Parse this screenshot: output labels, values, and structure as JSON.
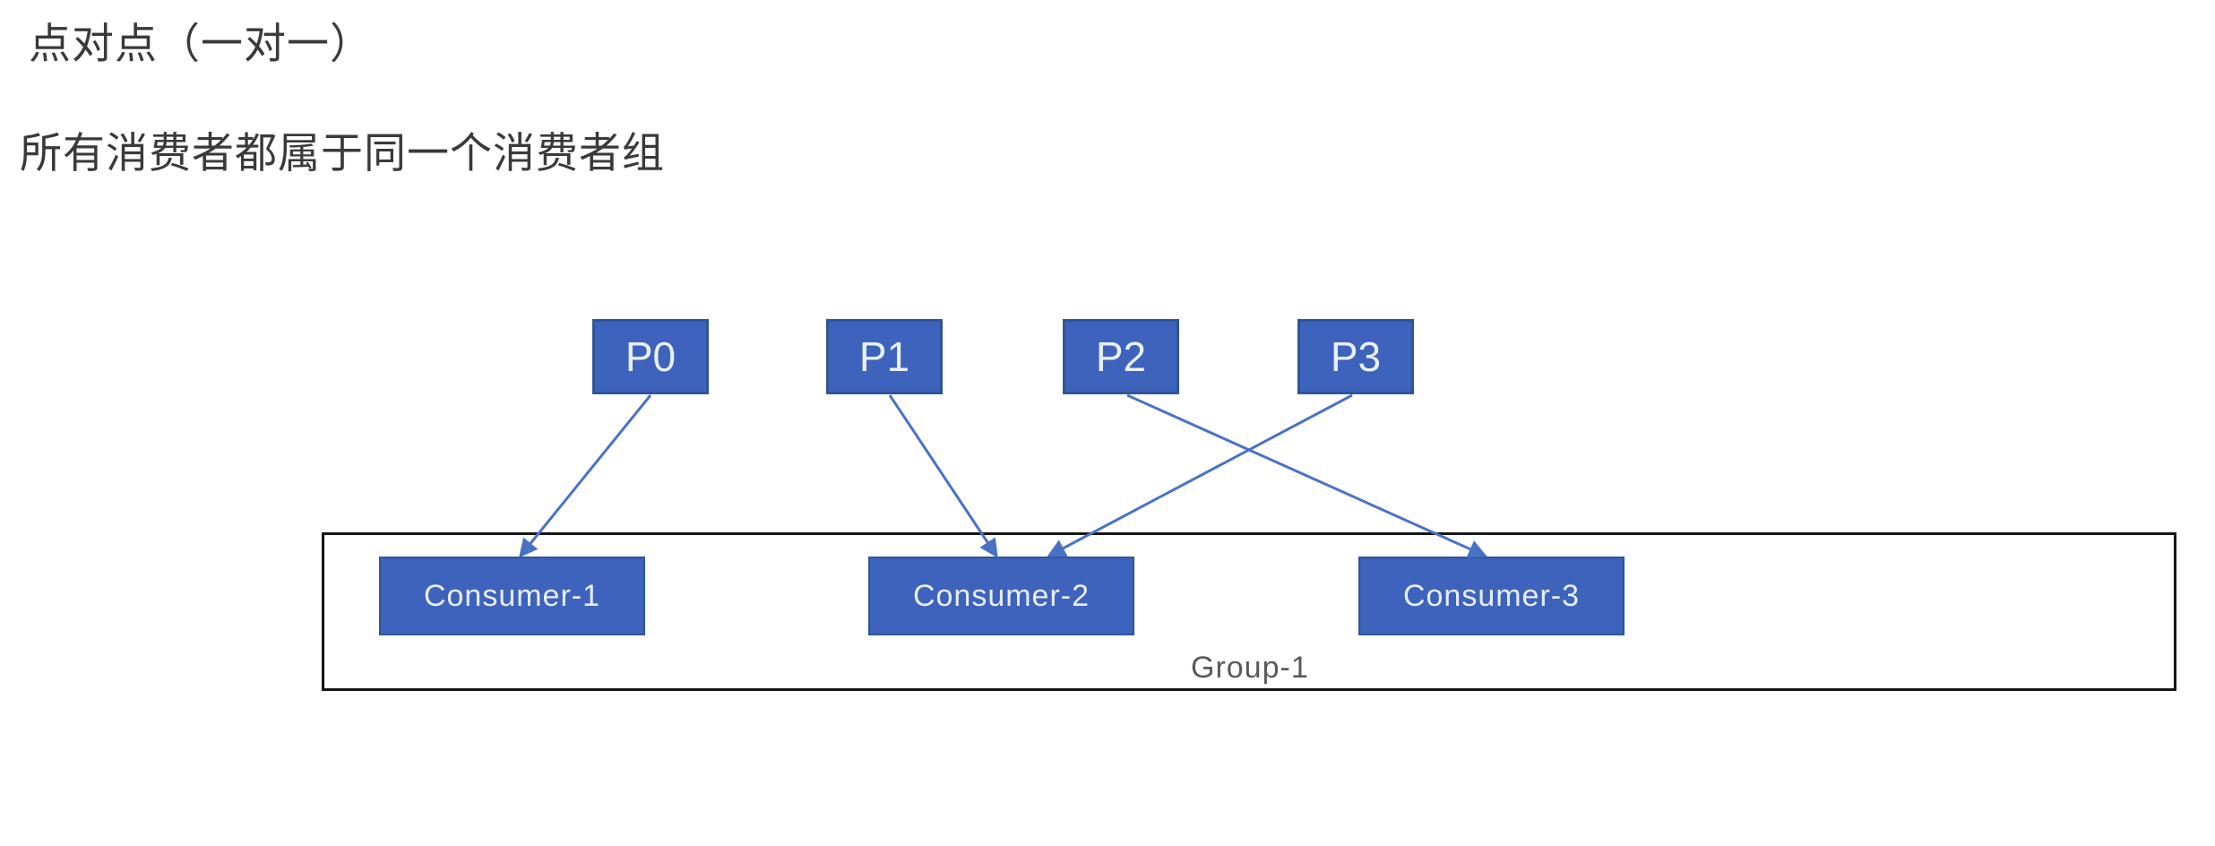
{
  "title": "点对点（一对一）",
  "subtitle": "所有消费者都属于同一个消费者组",
  "colors": {
    "box_fill": "#3e63bc",
    "box_border": "#2f5597",
    "arrow": "#4a72c4",
    "group_border": "#161616",
    "group_label_text": "#595959",
    "heading_text": "#3a3a3a",
    "box_text": "#eaf0fa",
    "background": "#ffffff"
  },
  "diagram": {
    "partitions": [
      {
        "label": "P0"
      },
      {
        "label": "P1"
      },
      {
        "label": "P2"
      },
      {
        "label": "P3"
      }
    ],
    "group": {
      "label": "Group-1",
      "consumers": [
        {
          "label": "Consumer-1"
        },
        {
          "label": "Consumer-2"
        },
        {
          "label": "Consumer-3"
        }
      ]
    },
    "assignments": [
      {
        "from": "P0",
        "to": "Consumer-1"
      },
      {
        "from": "P1",
        "to": "Consumer-2"
      },
      {
        "from": "P2",
        "to": "Consumer-3"
      },
      {
        "from": "P3",
        "to": "Consumer-2"
      }
    ]
  }
}
